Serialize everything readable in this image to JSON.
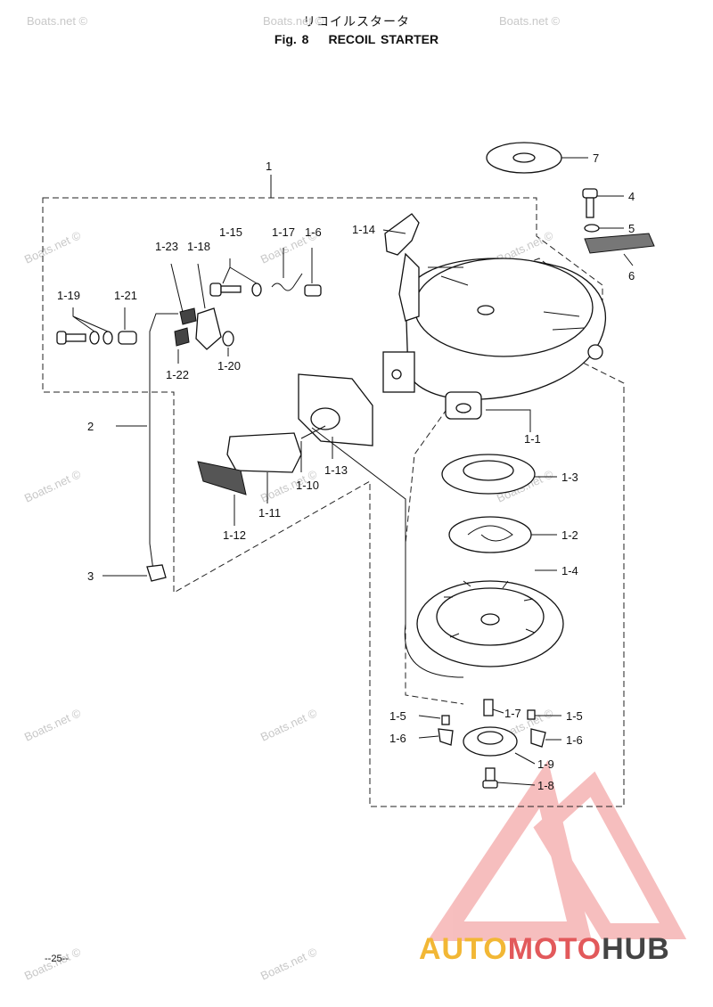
{
  "header": {
    "title_jp": "リコイルスタータ",
    "fig_label": "Fig. 8",
    "title_en": "RECOIL STARTER"
  },
  "watermark": "Boats.net ©",
  "callouts": {
    "c1": "1",
    "c2": "2",
    "c3": "3",
    "c4": "4",
    "c5": "5",
    "c6": "6",
    "c7": "7",
    "c1_1": "1-1",
    "c1_2": "1-2",
    "c1_3": "1-3",
    "c1_4": "1-4",
    "c1_5a": "1-5",
    "c1_5b": "1-5",
    "c1_6a": "1-6",
    "c1_6b": "1-6",
    "c1_7": "1-7",
    "c1_8": "1-8",
    "c1_9": "1-9",
    "c1_10": "1-10",
    "c1_11": "1-11",
    "c1_12": "1-12",
    "c1_13": "1-13",
    "c1_14": "1-14",
    "c1_15": "1-15",
    "c1_16": "1-6",
    "c1_17": "1-17",
    "c1_18": "1-18",
    "c1_19": "1-19",
    "c1_20": "1-20",
    "c1_21": "1-21",
    "c1_22": "1-22",
    "c1_23": "1-23"
  },
  "footer": {
    "page_number": "--25--"
  },
  "brand": {
    "part1": "AUTO",
    "part2": "MOTO",
    "part3": "HUB",
    "colors": {
      "auto": "#f2b735",
      "moto": "#e2595b",
      "hub": "#444444",
      "triangle": "#f4a6a6"
    }
  }
}
